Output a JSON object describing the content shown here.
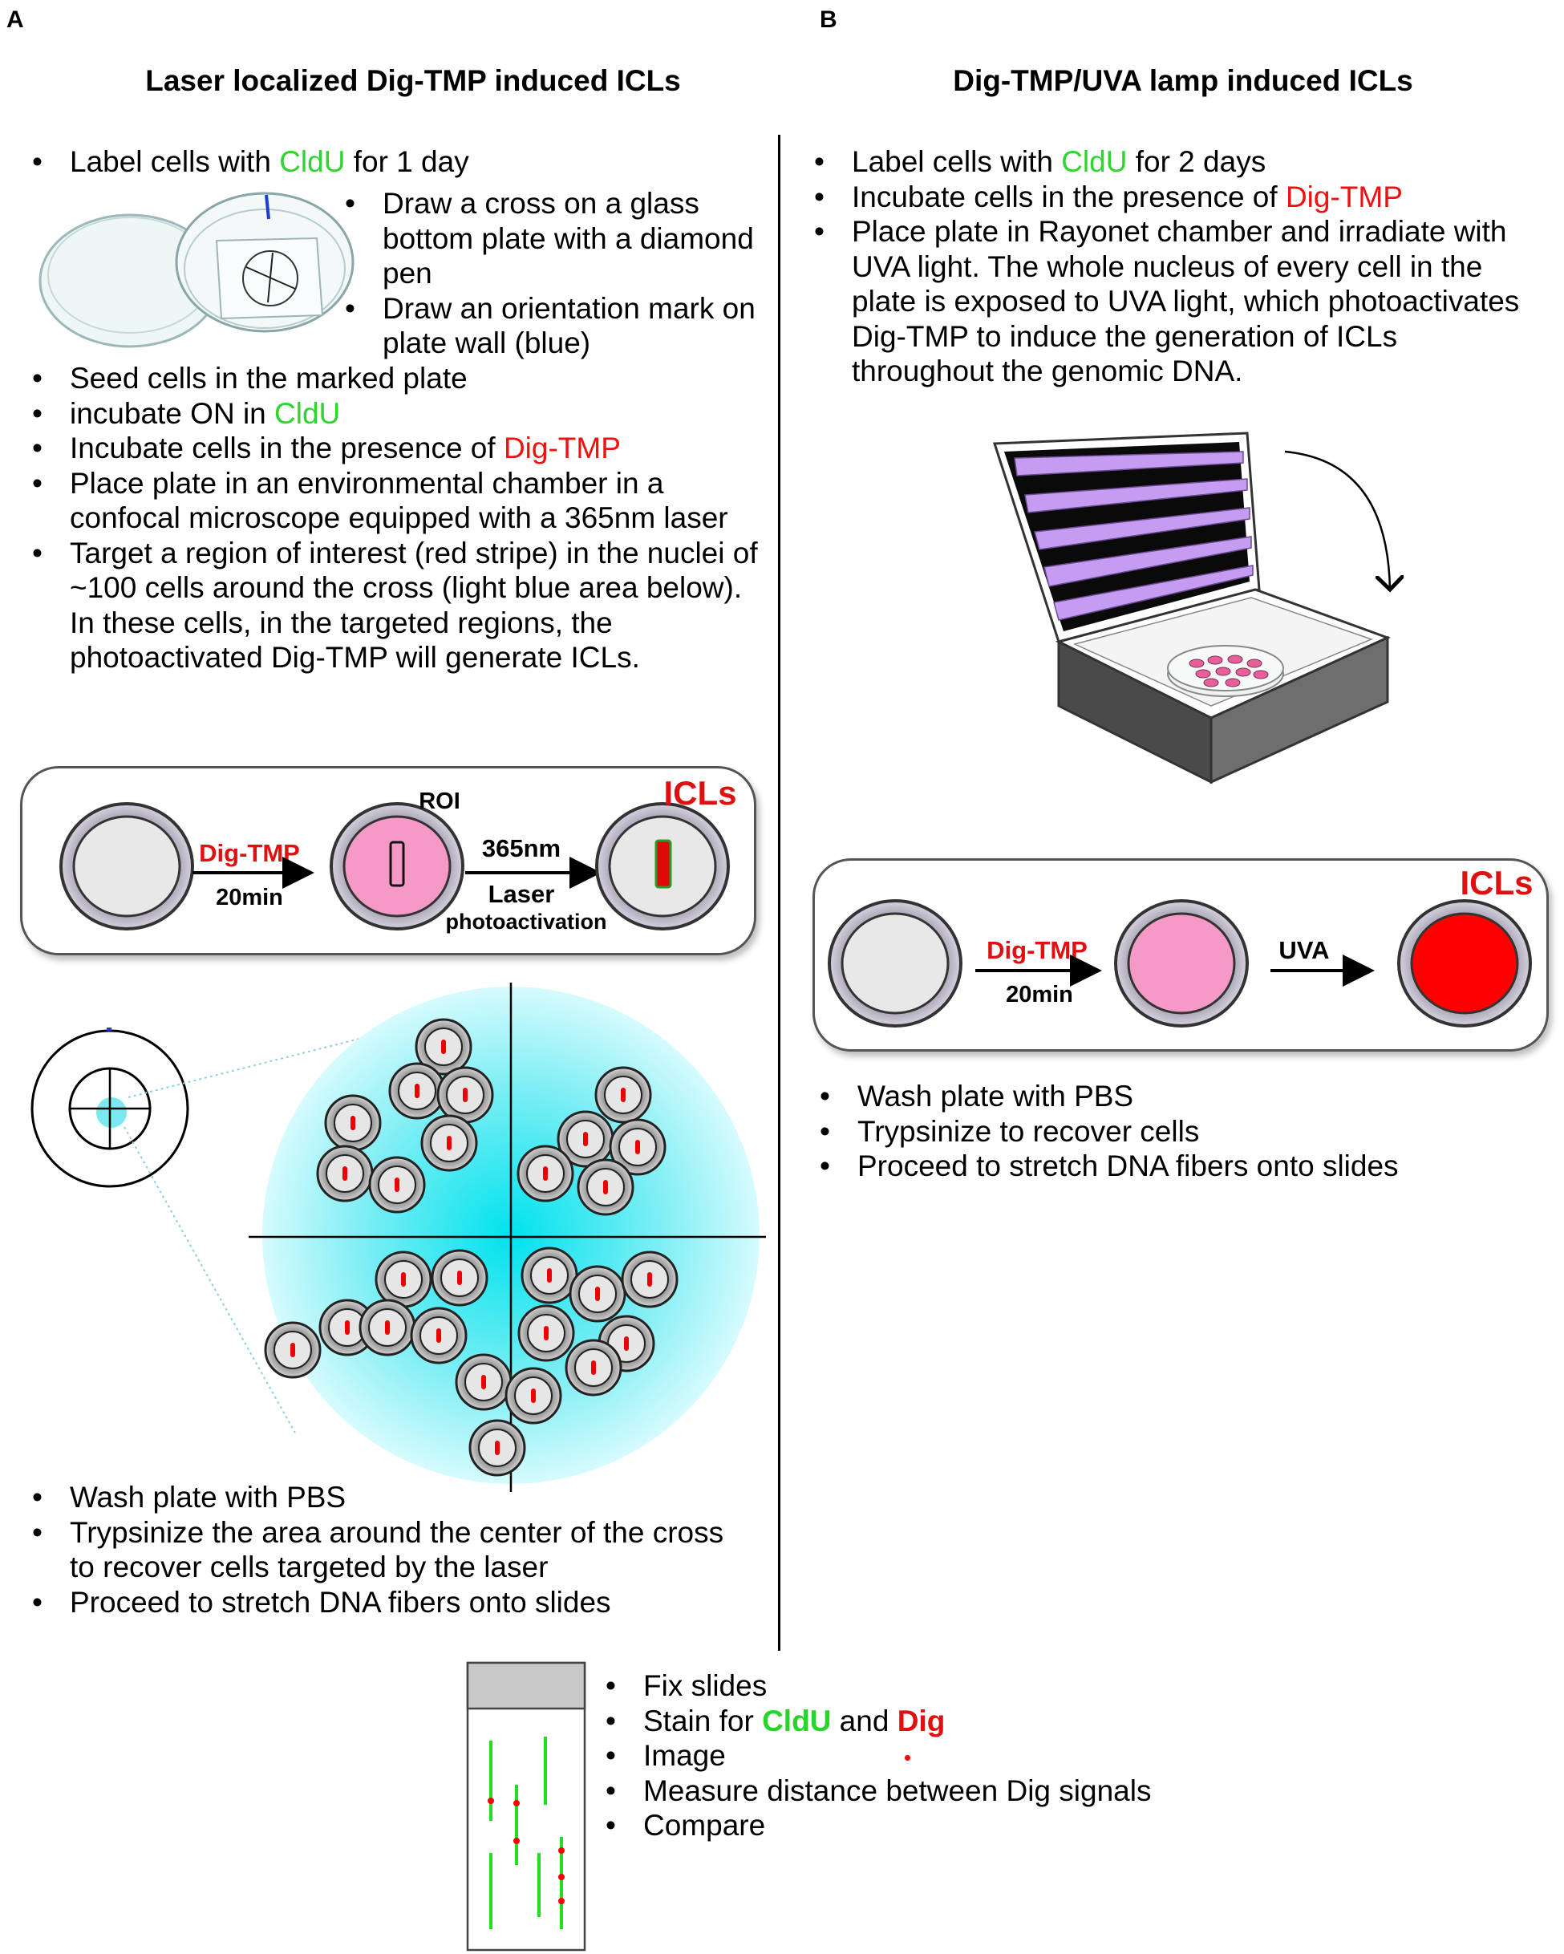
{
  "panel_a": {
    "letter": "A",
    "title": "Laser localized Dig-TMP induced ICLs",
    "step1": {
      "pre": "Label cells with ",
      "hl": "CldU",
      "post": " for 1 day"
    },
    "dish_steps": [
      "Draw a cross on a glass bottom plate with a diamond pen",
      "Draw an orientation mark on plate wall (blue)"
    ],
    "steps": {
      "seed": "Seed cells in the marked plate",
      "incubate_on": {
        "pre": "incubate ON in ",
        "hl": "CldU"
      },
      "incubate_dig": {
        "pre": "Incubate cells in the presence of ",
        "hl": "Dig-TMP"
      },
      "place": "Place plate in an environmental chamber in a confocal microscope equipped with a 365nm laser",
      "target": "Target a region of interest (red stripe) in the nuclei of ~100 cells around the cross (light blue area below). In these cells, in the targeted regions, the photoactivated Dig-TMP will generate ICLs."
    },
    "scheme": {
      "drug": "Dig-TMP",
      "time": "20min",
      "roi": "ROI",
      "wavelength": "365nm",
      "laser": "Laser",
      "photo": "photoactivation",
      "result": "ICLs"
    },
    "after_steps": [
      "Wash plate with PBS",
      "Trypsinize the area around the center of the cross to recover cells targeted by the laser",
      "Proceed to stretch DNA fibers onto slides"
    ]
  },
  "panel_b": {
    "letter": "B",
    "title": "Dig-TMP/UVA lamp induced ICLs",
    "step1": {
      "pre": "Label cells with ",
      "hl": "CldU",
      "post": " for 2 days"
    },
    "step2": {
      "pre": "Incubate cells in the presence of ",
      "hl": "Dig-TMP"
    },
    "step3": "Place plate in Rayonet chamber and irradiate with UVA light. The whole nucleus of every cell in the plate is exposed to UVA light, which photoactivates Dig-TMP to induce the generation of ICLs throughout the genomic DNA.",
    "scheme": {
      "drug": "Dig-TMP",
      "time": "20min",
      "light": "UVA",
      "result": "ICLs"
    },
    "after_steps": [
      "Wash plate with PBS",
      "Trypsinize to recover cells",
      "Proceed to stretch DNA fibers onto slides"
    ]
  },
  "bottom": {
    "fix": "Fix slides",
    "stain": {
      "pre": "Stain for ",
      "cldu": "CldU",
      "and": " and ",
      "dig": "Dig"
    },
    "image": "Image",
    "measure": "Measure distance between Dig signals",
    "compare": "Compare"
  },
  "colors": {
    "cldu_green": "#2fd52f",
    "dig_red": "#ee1111",
    "cell_pink": "#f59ac6",
    "uva_purple": "#c69cf3",
    "laser_cyan": "#30e0ec"
  }
}
